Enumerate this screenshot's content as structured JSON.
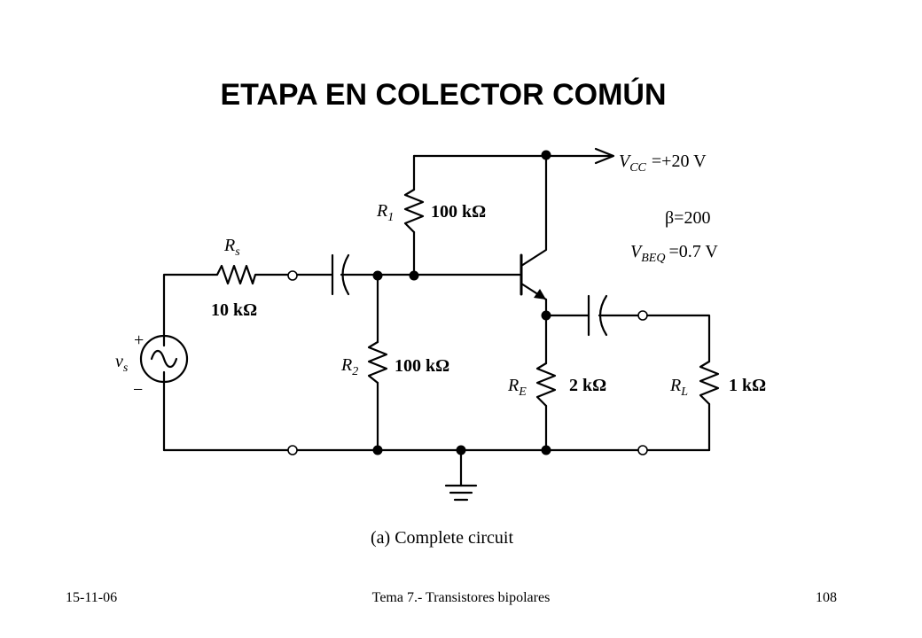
{
  "slide": {
    "title": "ETAPA EN COLECTOR COMÚN",
    "caption": "(a) Complete circuit"
  },
  "circuit": {
    "vcc": {
      "symbol": "V",
      "sub": "CC",
      "value": "=+20 V"
    },
    "beta": "β=200",
    "vbeq": {
      "symbol": "V",
      "sub": "BEQ",
      "value": "=0.7 V"
    },
    "rs": {
      "symbol": "R",
      "sub": "s",
      "value": "10 kΩ"
    },
    "r1": {
      "symbol": "R",
      "sub": "1",
      "value": "100 kΩ"
    },
    "r2": {
      "symbol": "R",
      "sub": "2",
      "value": "100 kΩ"
    },
    "re": {
      "symbol": "R",
      "sub": "E",
      "value": "2 kΩ"
    },
    "rl": {
      "symbol": "R",
      "sub": "L",
      "value": "1 kΩ"
    },
    "vs": {
      "symbol": "v",
      "sub": "s",
      "plus": "+",
      "minus": "−"
    }
  },
  "footer": {
    "date": "15-11-06",
    "topic": "Tema 7.- Transistores bipolares",
    "page": "108"
  }
}
